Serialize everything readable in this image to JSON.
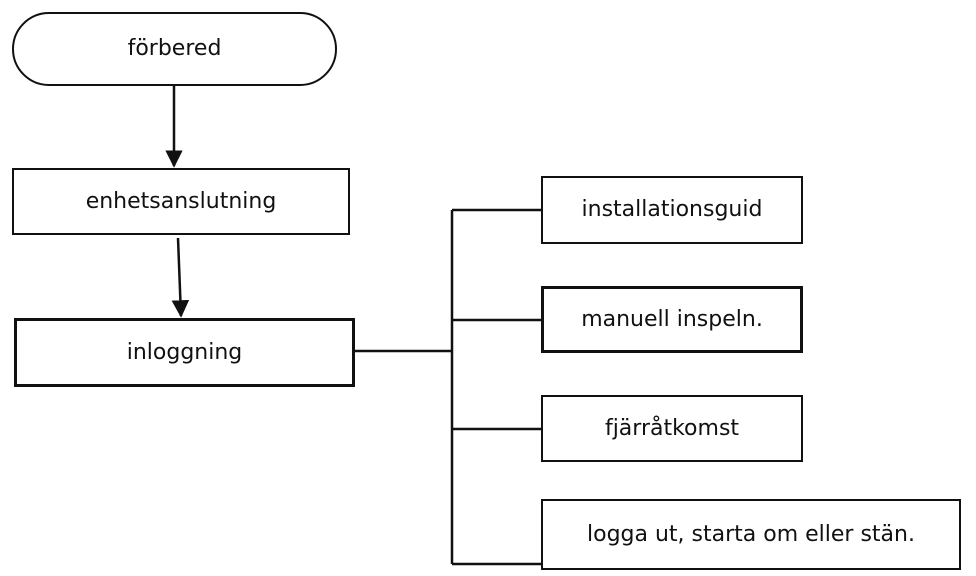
{
  "nodes": {
    "start": "förbered",
    "connection": "enhetsanslutning",
    "login": "inloggning",
    "wizard": "installationsguid",
    "manual": "manuell inspeln.",
    "remote": "fjärråtkomst",
    "logout": "logga ut, starta om eller stän."
  }
}
